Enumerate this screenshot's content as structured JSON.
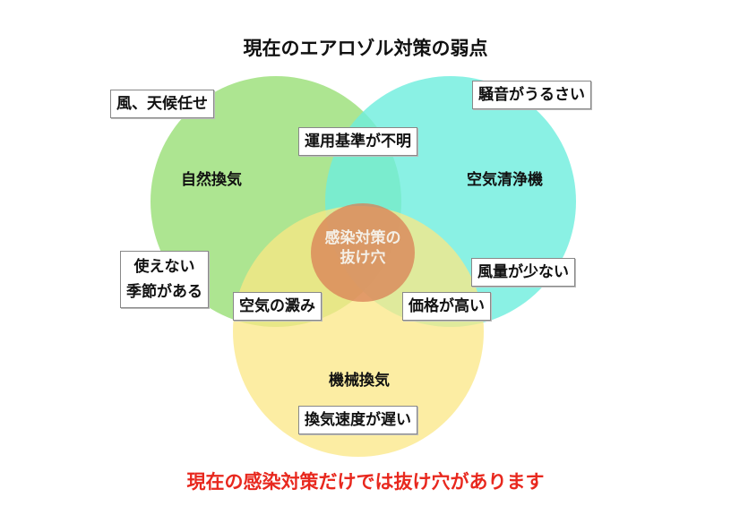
{
  "title": "現在のエアロゾル対策の弱点",
  "footer": "現在の感染対策だけでは抜け穴があります",
  "circles": [
    {
      "label": "自然換気",
      "color": "#9fe07e"
    },
    {
      "label": "空気清浄機",
      "color": "#6deedd"
    },
    {
      "label": "機械換気",
      "color": "#fbe784"
    }
  ],
  "center": {
    "line1": "感染対策の",
    "line2": "抜け穴",
    "color": "#d97f55"
  },
  "notes": {
    "weather": "風、天候任せ",
    "noise": "騒音がうるさい",
    "unclear": "運用基準が不明",
    "season_line1": "使えない",
    "season_line2": "季節がある",
    "airflow": "風量が少ない",
    "stagnant": "空気の澱み",
    "price": "価格が高い",
    "speed": "換気速度が遅い"
  }
}
